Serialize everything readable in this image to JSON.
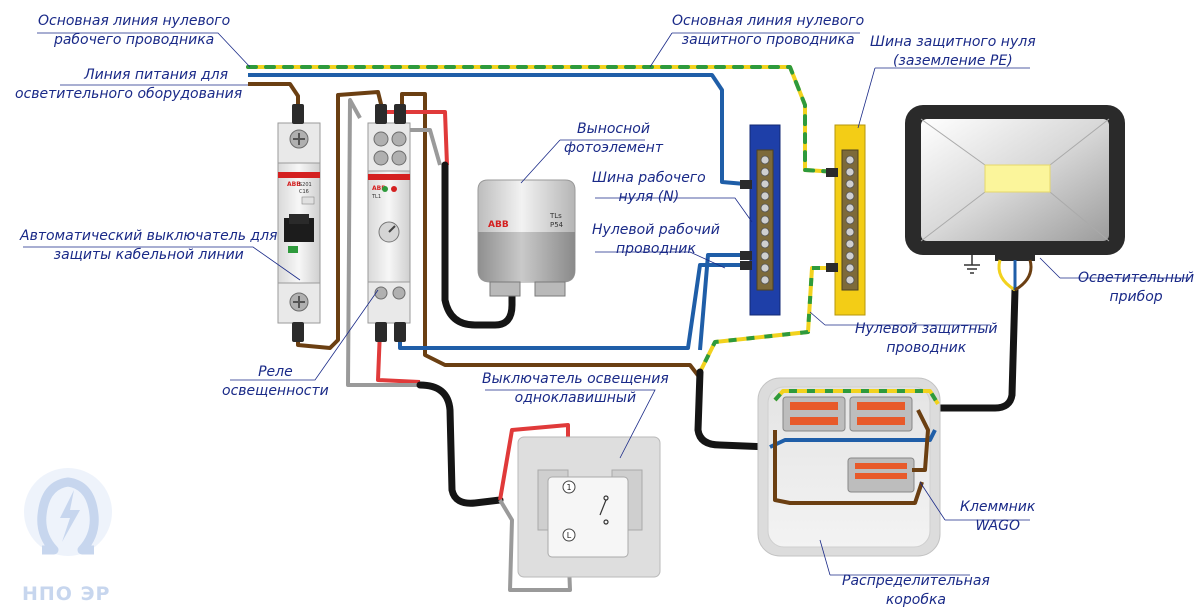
{
  "labels": {
    "main_neutral_line": [
      "Основная линия нулевого",
      "рабочего проводника"
    ],
    "power_line": [
      "Линия питания для",
      "осветительного оборудования"
    ],
    "main_pe_line": [
      "Основная линия нулевого",
      "защитного проводника"
    ],
    "pe_bus": [
      "Шина защитного нуля",
      "(заземление PE)"
    ],
    "photocell": [
      "Выносной",
      "фотоэлемент"
    ],
    "neutral_bus": [
      "Шина рабочего",
      "нуля (N)"
    ],
    "neutral_conductor": [
      "Нулевой рабочий",
      "проводник"
    ],
    "breaker": [
      "Автоматический выключатель для",
      "защиты кабельной линии"
    ],
    "relay": [
      "Реле",
      "освещенности"
    ],
    "pe_conductor": [
      "Нулевой защитный",
      "проводник"
    ],
    "switch": [
      "Выключатель освещения",
      "одноклавишный"
    ],
    "lamp": [
      "Осветительный",
      "прибор"
    ],
    "wago": [
      "Клеммник",
      "WAGO"
    ],
    "junction_box": [
      "Распределительная",
      "коробка"
    ]
  },
  "device_marks": {
    "breaker_brand": "ABB",
    "breaker_model": "S201",
    "breaker_rating": "C16",
    "relay_brand": "ABB",
    "relay_model": "TL1",
    "photocell_brand": "ABB",
    "photocell_model_1": "TLs",
    "photocell_model_2": "P54",
    "switch_terminal_top": "1",
    "switch_terminal_bottom": "L"
  },
  "logo": {
    "text": "НПО ЭР"
  },
  "colors": {
    "phase_brown": "#6b3f12",
    "neutral_blue": "#1f5ea8",
    "pe_yellow": "#f2d21e",
    "pe_green": "#2e9a3c",
    "switched_black": "#151515",
    "red_wire": "#e03a3a",
    "gray_wire": "#9a9a9a",
    "label_text": "#1a2a88",
    "neutral_bus_blue": "#1e3fa8",
    "pe_bus_yellow": "#f3cd16"
  }
}
